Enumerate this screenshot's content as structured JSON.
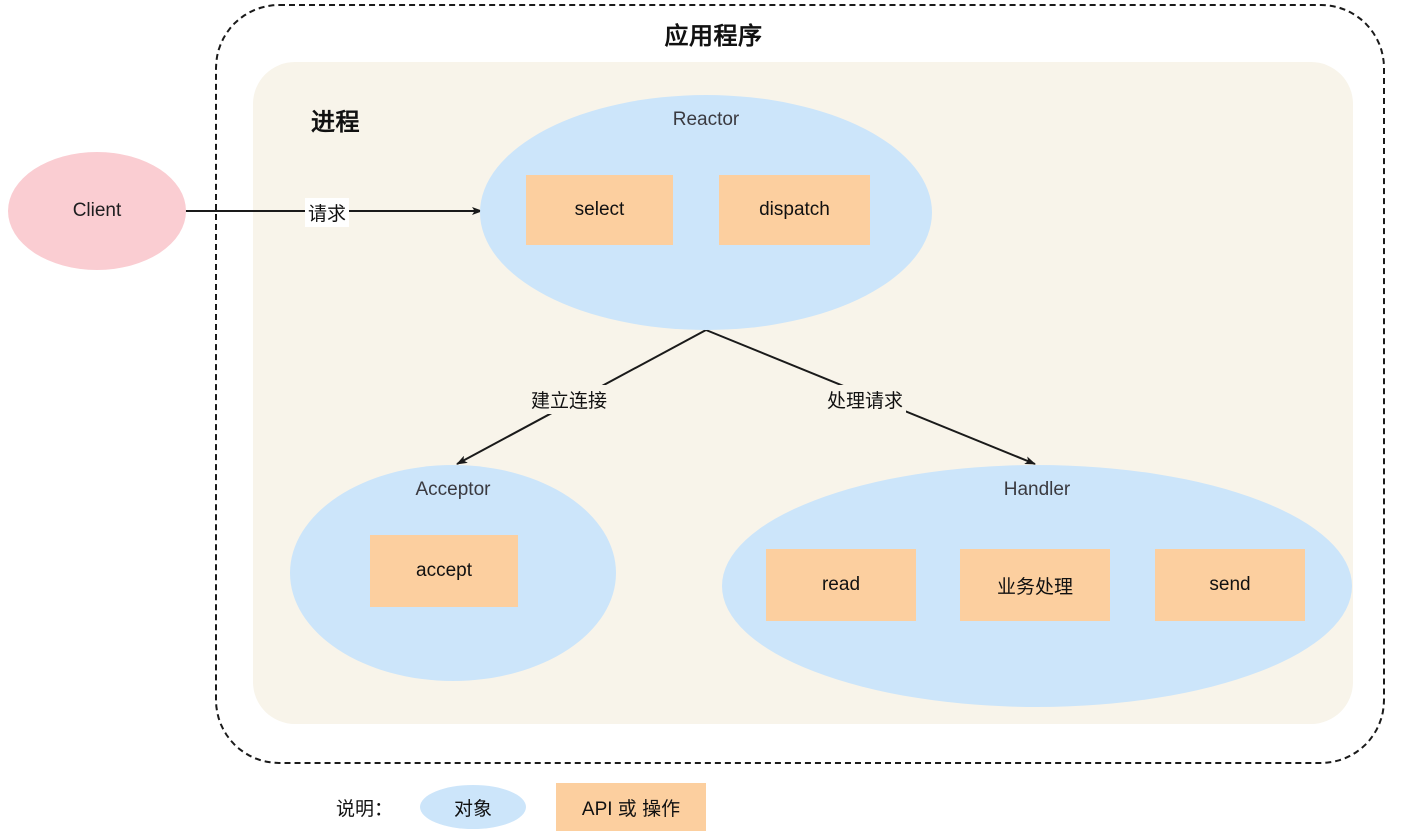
{
  "diagram": {
    "app_boundary_title": "应用程序",
    "process_title": "进程",
    "nodes": {
      "client": {
        "label": "Client",
        "shape": "ellipse",
        "color": "#facdd2"
      },
      "reactor": {
        "label": "Reactor",
        "shape": "ellipse",
        "color": "#cce5fa"
      },
      "acceptor": {
        "label": "Acceptor",
        "shape": "ellipse",
        "color": "#cce5fa"
      },
      "handler": {
        "label": "Handler",
        "shape": "ellipse",
        "color": "#cce5fa"
      }
    },
    "operations": {
      "select": "select",
      "dispatch": "dispatch",
      "accept": "accept",
      "read": "read",
      "business": "业务处理",
      "send": "send"
    },
    "edges": {
      "client_to_reactor": "请求",
      "reactor_to_acceptor": "建立连接",
      "reactor_to_handler": "处理请求",
      "read_to_business": "",
      "business_to_send": ""
    },
    "legend": {
      "title": "说明：",
      "object_label": "对象",
      "api_label": "API 或 操作",
      "object_color": "#cce5fa",
      "api_color": "#fccf9f"
    },
    "colors": {
      "process_background": "#f8f4ea",
      "boundary_stroke": "#1a1a1a",
      "arrow_stroke": "#1a1a1a",
      "object_fill": "#cce5fa",
      "operation_fill": "#fccf9f",
      "client_fill": "#facdd2"
    }
  }
}
